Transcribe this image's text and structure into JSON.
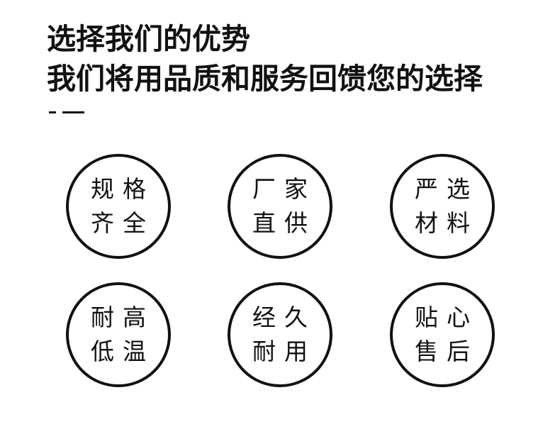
{
  "header": {
    "title_line1": "选择我们的优势",
    "title_line2": "我们将用品质和服务回馈您的选择"
  },
  "advantages": [
    {
      "line1": "规格",
      "line2": "齐全"
    },
    {
      "line1": "厂家",
      "line2": "直供"
    },
    {
      "line1": "严选",
      "line2": "材料"
    },
    {
      "line1": "耐高",
      "line2": "低温"
    },
    {
      "line1": "经久",
      "line2": "耐用"
    },
    {
      "line1": "贴心",
      "line2": "售后"
    }
  ],
  "colors": {
    "text": "#111111",
    "circle_border": "#111111",
    "background": "#ffffff"
  }
}
